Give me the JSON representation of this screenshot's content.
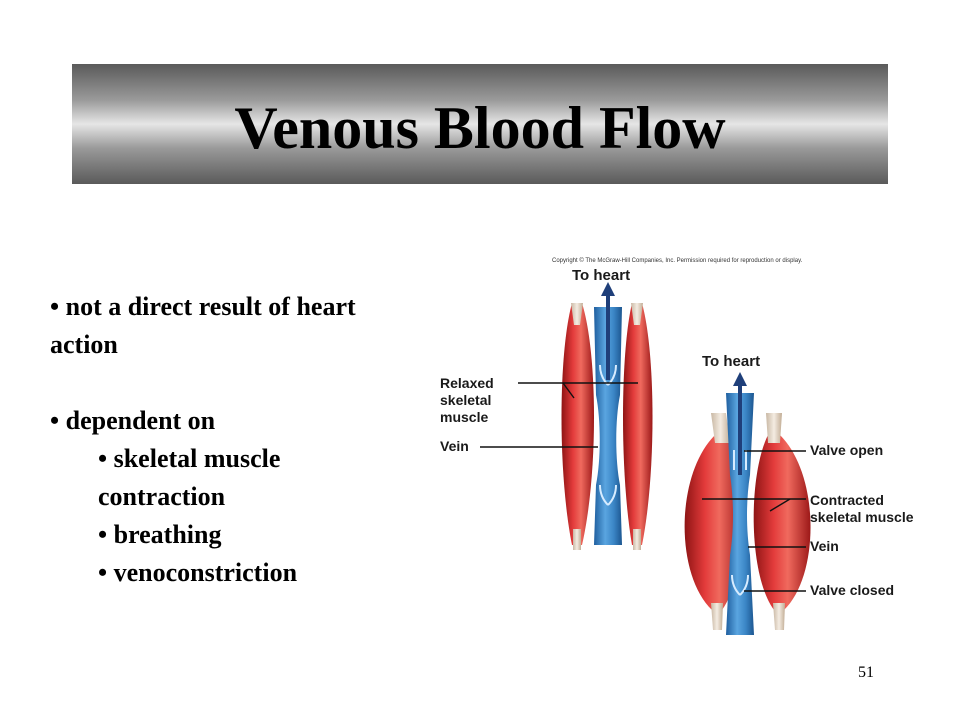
{
  "slide": {
    "title": "Venous Blood Flow",
    "page_number": "51"
  },
  "bullets": [
    {
      "text": "• not a direct result of heart",
      "continuation": "action"
    },
    {
      "text": "• dependent on"
    }
  ],
  "sub_bullets": [
    {
      "text": "• skeletal muscle",
      "continuation": "contraction"
    },
    {
      "text": "• breathing"
    },
    {
      "text": "• venoconstriction"
    }
  ],
  "figure": {
    "copyright": "Copyright © The McGraw-Hill Companies, Inc. Permission required for reproduction or display.",
    "left": {
      "arrow_label": "To heart",
      "label_relaxed_1": "Relaxed",
      "label_relaxed_2": "skeletal",
      "label_relaxed_3": "muscle",
      "label_vein": "Vein"
    },
    "right": {
      "arrow_label": "To heart",
      "label_valve_open": "Valve open",
      "label_contracted_1": "Contracted",
      "label_contracted_2": "skeletal muscle",
      "label_vein": "Vein",
      "label_valve_closed": "Valve closed"
    },
    "colors": {
      "muscle": "#d92b2b",
      "vein": "#3b86c6",
      "arrow": "#1f3f7a"
    }
  }
}
